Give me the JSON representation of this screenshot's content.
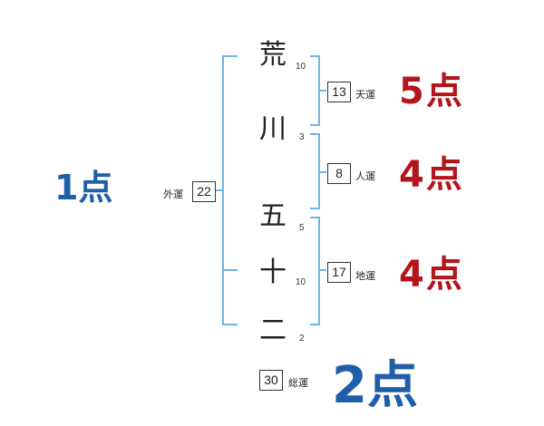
{
  "colors": {
    "bracket": "#6db6e6",
    "good": "#b3151b",
    "score_blue": "#1f5ea8"
  },
  "characters": [
    {
      "char": "荒",
      "strokes": "10"
    },
    {
      "char": "川",
      "strokes": "3"
    },
    {
      "char": "五",
      "strokes": "5"
    },
    {
      "char": "十",
      "strokes": "10"
    },
    {
      "char": "二",
      "strokes": "2"
    }
  ],
  "tenkaku": {
    "value": "13",
    "label": "天運",
    "score": "5点"
  },
  "jinkaku": {
    "value": "8",
    "label": "人運",
    "score": "4点"
  },
  "chikaku": {
    "value": "17",
    "label": "地運",
    "score": "4点"
  },
  "gaikaku": {
    "value": "22",
    "label": "外運",
    "score": "1点"
  },
  "soukaku": {
    "value": "30",
    "label": "総運",
    "score": "2点"
  }
}
